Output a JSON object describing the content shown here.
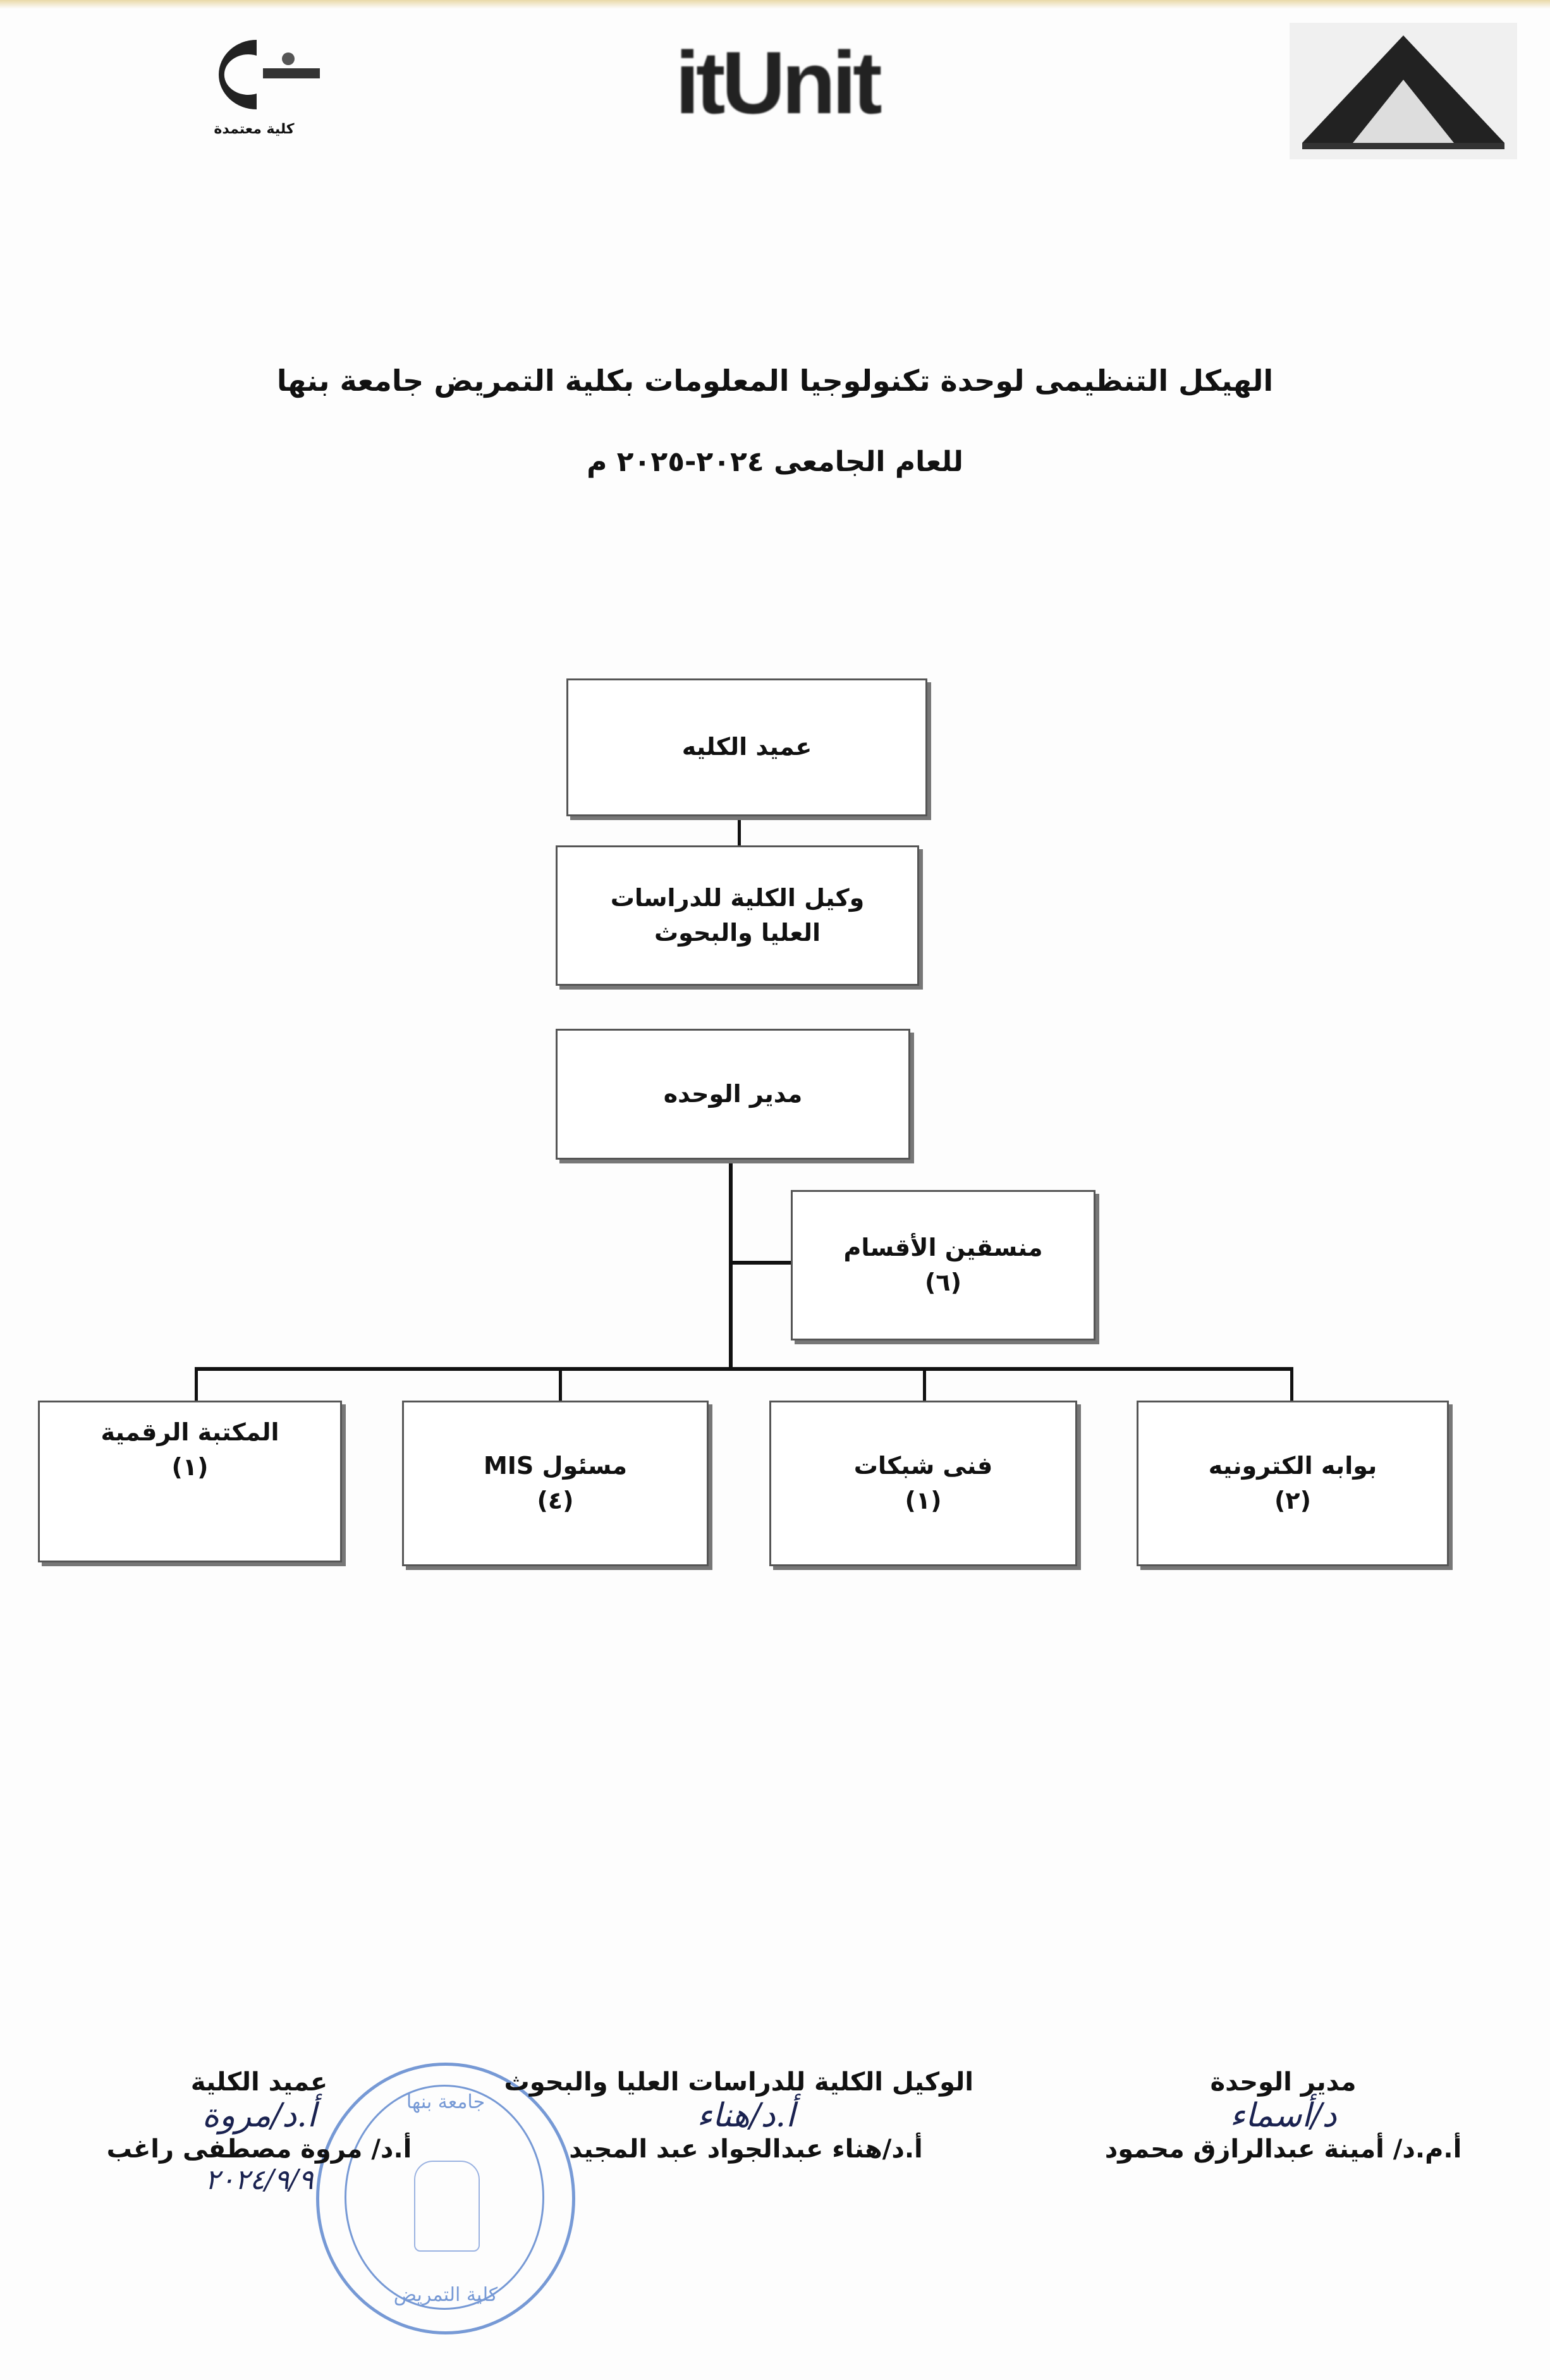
{
  "header": {
    "logos": {
      "left": "faculty-logo",
      "center": "itUnit",
      "right": "university-logo"
    },
    "left_logo_caption": "كلية معتمدة"
  },
  "title": "الهيكل التنظيمى لوحدة تكنولوجيا المعلومات بكلية التمريض جامعة بنها",
  "subtitle": "للعام الجامعى ٢٠٢٤-٢٠٢٥ م",
  "chart": {
    "dean": "عميد الكليه",
    "vice_dean": "وكيل الكلية للدراسات العليا والبحوث",
    "unit_director": "مدير الوحده",
    "coordinators": {
      "label": "منسقين الأقسام",
      "count": "(٦)"
    },
    "units": [
      {
        "label": "بوابه الكترونيه",
        "count": "(٢)"
      },
      {
        "label": "فنى شبكات",
        "count": "(١)"
      },
      {
        "label": "مسئول MIS",
        "count": "(٤)"
      },
      {
        "label": "المكتبة الرقمية",
        "count": "(١)"
      }
    ]
  },
  "signatures": [
    {
      "role": "مدير الوحدة",
      "signature": "د/أسماء",
      "name": "أ.م.د/ أمينة عبدالرازق محمود"
    },
    {
      "role": "الوكيل الكلية للدراسات العليا والبحوث",
      "signature": "أ.د/هناء",
      "name": "أ.د/هناء عبدالجواد عبد المجيد"
    },
    {
      "role": "عميد الكلية",
      "signature": "أ.د/مروة",
      "name": "أ.د/ مروة مصطفى راغب",
      "date": "٢٠٢٤/٩/٩"
    }
  ],
  "stamp": {
    "text_top": "جامعة بنها",
    "text_bottom": "كلية التمريض"
  }
}
